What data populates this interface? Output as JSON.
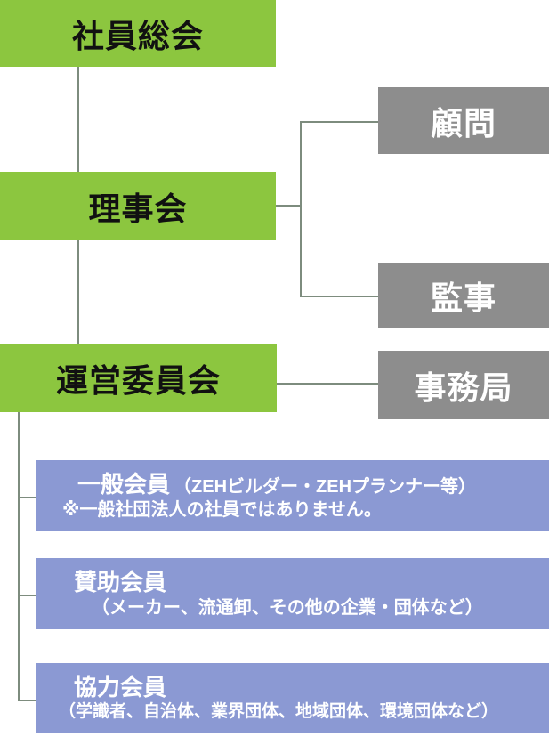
{
  "colors": {
    "green_box": "#8cc63f",
    "gray_box": "#8d8d8d",
    "blue_box": "#8b99d3",
    "connector_line": "#7d8c7e",
    "text_on_green": "#111111",
    "text_on_gray": "#ffffff",
    "text_on_blue": "#ffffff"
  },
  "org_chart": {
    "general_meeting": {
      "label": "社員総会"
    },
    "board": {
      "label": "理事会"
    },
    "steering_committee": {
      "label": "運営委員会"
    },
    "advisor": {
      "label": "顧問"
    },
    "auditor": {
      "label": "監事"
    },
    "secretariat": {
      "label": "事務局"
    },
    "general_member": {
      "title": "一般会員",
      "title_suffix": "（ZEHビルダー・ZEHプランナー等）",
      "note": "※一般社団法人の社員ではありません。"
    },
    "supporting_member": {
      "title": "賛助会員",
      "detail": "（メーカー、流通卸、その他の企業・団体など）"
    },
    "cooperating_member": {
      "title": "協力会員",
      "detail": "（学識者、自治体、業界団体、地域団体、環境団体など）"
    }
  }
}
